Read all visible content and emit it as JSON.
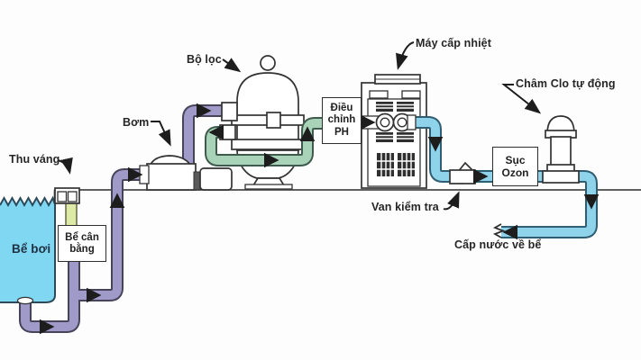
{
  "diagram": {
    "labels": {
      "skimmer": "Thu váng",
      "pump": "Bơm",
      "filter": "Bộ lọc",
      "heater": "Máy cấp nhiệt",
      "chlorinator": "Châm Clo tự động",
      "check_valve": "Van kiểm tra",
      "return_line": "Cấp nước về bể",
      "pool": "Bể bơi"
    },
    "boxes": {
      "balance_tank": "Bể cân\nbằng",
      "ph_adjust": "Điều\nchỉnh\nPH",
      "ozone": "Sục\nOzon"
    },
    "colors": {
      "pipe_purple": "#a09ac9",
      "pipe_green": "#a9d3b9",
      "pipe_blue": "#8fd3ea",
      "pool_water": "#7fd7f2",
      "skimmer_pipe": "#dde9a6"
    }
  }
}
